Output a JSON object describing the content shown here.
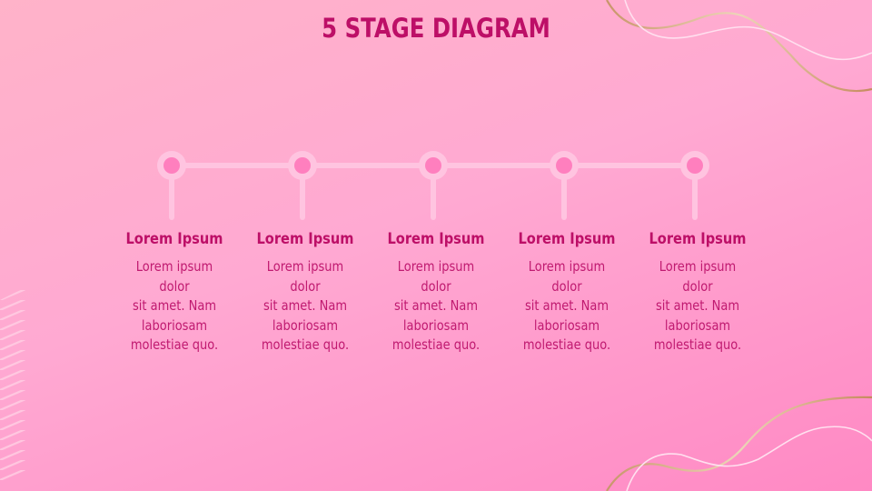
{
  "slide": {
    "title": "5 STAGE DIAGRAM"
  },
  "stages": [
    {
      "heading": "Lorem Ipsum",
      "body": "Lorem ipsum dolor\nsit amet. Nam\nlaboriosam\nmolestiae quo."
    },
    {
      "heading": "Lorem Ipsum",
      "body": "Lorem ipsum dolor\nsit amet. Nam\nlaboriosam\nmolestiae quo."
    },
    {
      "heading": "Lorem Ipsum",
      "body": "Lorem ipsum dolor\nsit amet. Nam\nlaboriosam\nmolestiae quo."
    },
    {
      "heading": "Lorem Ipsum",
      "body": "Lorem ipsum dolor\nsit amet. Nam\nlaboriosam\nmolestiae quo."
    },
    {
      "heading": "Lorem Ipsum",
      "body": "Lorem ipsum dolor\nsit amet. Nam\nlaboriosam\nmolestiae quo."
    }
  ],
  "colors": {
    "title": "#bd0f67",
    "node_ring": "#ffc4e0",
    "node_dot": "#ff7fbe",
    "connector": "#ffc4e0",
    "gold_wave": "#d9b48f",
    "white_wave": "#ffe3f0"
  }
}
